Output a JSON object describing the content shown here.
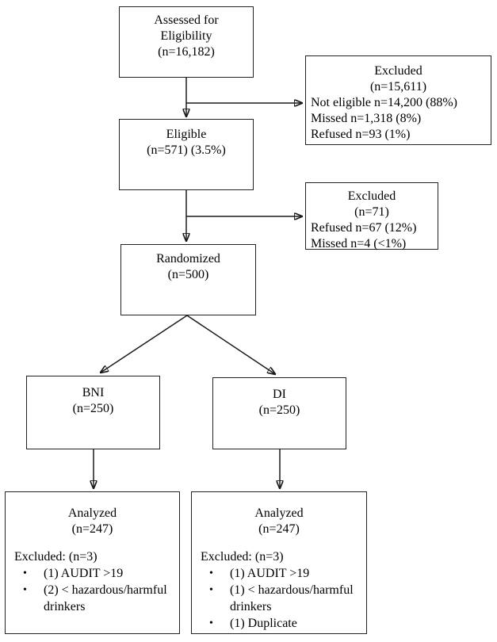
{
  "diagram": {
    "title": "participant-flow-diagram",
    "background_color": "#ffffff",
    "line_color": "#1a1a1a",
    "text_color": "#000000",
    "bullet_glyph": "•",
    "boxes": {
      "assessed": {
        "lines": [
          "Assessed for",
          "Eligibility",
          "(n=16,182)"
        ]
      },
      "excluded1": {
        "centered_lines": [
          "Excluded",
          "(n=15,611)"
        ],
        "left_lines": [
          "Not eligible n=14,200 (88%)",
          "Missed n=1,318 (8%)",
          "Refused n=93 (1%)"
        ]
      },
      "eligible": {
        "lines": [
          "Eligible",
          "(n=571) (3.5%)"
        ]
      },
      "excluded2": {
        "centered_lines": [
          "Excluded",
          "(n=71)"
        ],
        "left_lines": [
          "Refused n=67 (12%)",
          "Missed n=4 (<1%)"
        ]
      },
      "randomized": {
        "lines": [
          "Randomized",
          "(n=500)"
        ]
      },
      "bni": {
        "lines": [
          "BNI",
          "(n=250)"
        ]
      },
      "di": {
        "lines": [
          "DI",
          "(n=250)"
        ]
      },
      "analyzed_bni": {
        "centered_lines": [
          "Analyzed",
          "(n=247)"
        ],
        "excluded_label": "Excluded: (n=3)",
        "bullets": [
          "(1) AUDIT >19",
          "(2) < hazardous/harmful drinkers"
        ]
      },
      "analyzed_di": {
        "centered_lines": [
          "Analyzed",
          "(n=247)"
        ],
        "excluded_label": "Excluded: (n=3)",
        "bullets": [
          "(1) AUDIT >19",
          "(1) < hazardous/harmful drinkers",
          "(1) Duplicate"
        ]
      }
    }
  }
}
